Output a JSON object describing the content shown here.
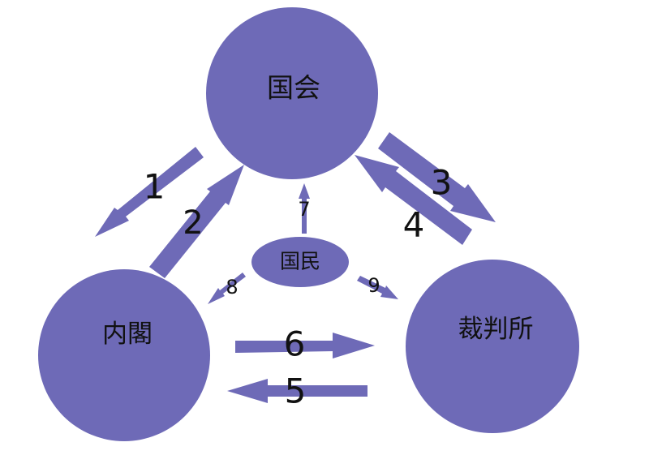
{
  "colors": {
    "shape": "#6e6ab7",
    "text": "#111111",
    "background": "#ffffff"
  },
  "nodes": {
    "parliament": "国会",
    "cabinet": "内閣",
    "court": "裁判所",
    "citizens": "国民"
  },
  "arrows": {
    "a1": "1",
    "a2": "2",
    "a3": "3",
    "a4": "4",
    "a5": "5",
    "a6": "6",
    "a7": "7",
    "a8": "8",
    "a9": "9"
  }
}
